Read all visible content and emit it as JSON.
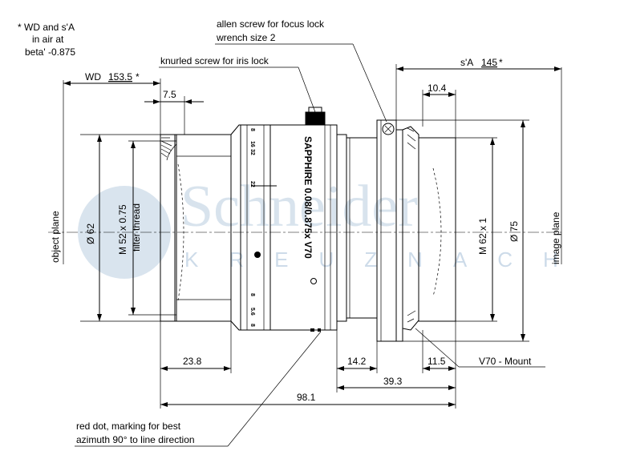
{
  "notes": {
    "wd_sa": [
      "* WD and s'A",
      "in air at",
      "beta' -0.875"
    ],
    "allen_screw": [
      "allen screw for focus lock",
      "wrench size 2"
    ],
    "knurled_screw": "knurled screw for iris lock",
    "red_dot": [
      "red dot, marking for best",
      "azimuth 90° to line direction"
    ],
    "mount": "V70 - Mount"
  },
  "labels": {
    "object_plane": "object plane",
    "image_plane": "image plane",
    "filter_thread": "filter thread",
    "engraving": "SAPPHIRE 0.08/0.875x V70"
  },
  "watermark": {
    "brand": "Schneider",
    "sub": "KREUZNACH",
    "color": "#b9cde0"
  },
  "dims": {
    "wd_prefix": "WD",
    "wd_value": "153.5",
    "wd_suffix": "*",
    "sa_prefix": "s'A",
    "sa_value": "145",
    "sa_suffix": "*",
    "d_7_5": "7.5",
    "d_10_4": "10.4",
    "d_23_8": "23.8",
    "d_14_2": "14.2",
    "d_11_5": "11.5",
    "d_39_3": "39.3",
    "d_98_1": "98.1",
    "dia_62": "Ø 62",
    "m52": "M 52  x 0.75",
    "m62": "M 62  x 1",
    "dia_75": "Ø 75"
  },
  "scale_marks": {
    "focus_top": [
      "8",
      "16",
      "32"
    ],
    "focus_mid": "22",
    "focus_bot": [
      "8",
      "5.6",
      "8"
    ]
  },
  "colors": {
    "line": "#000000",
    "watermark": "#b9cde0"
  }
}
